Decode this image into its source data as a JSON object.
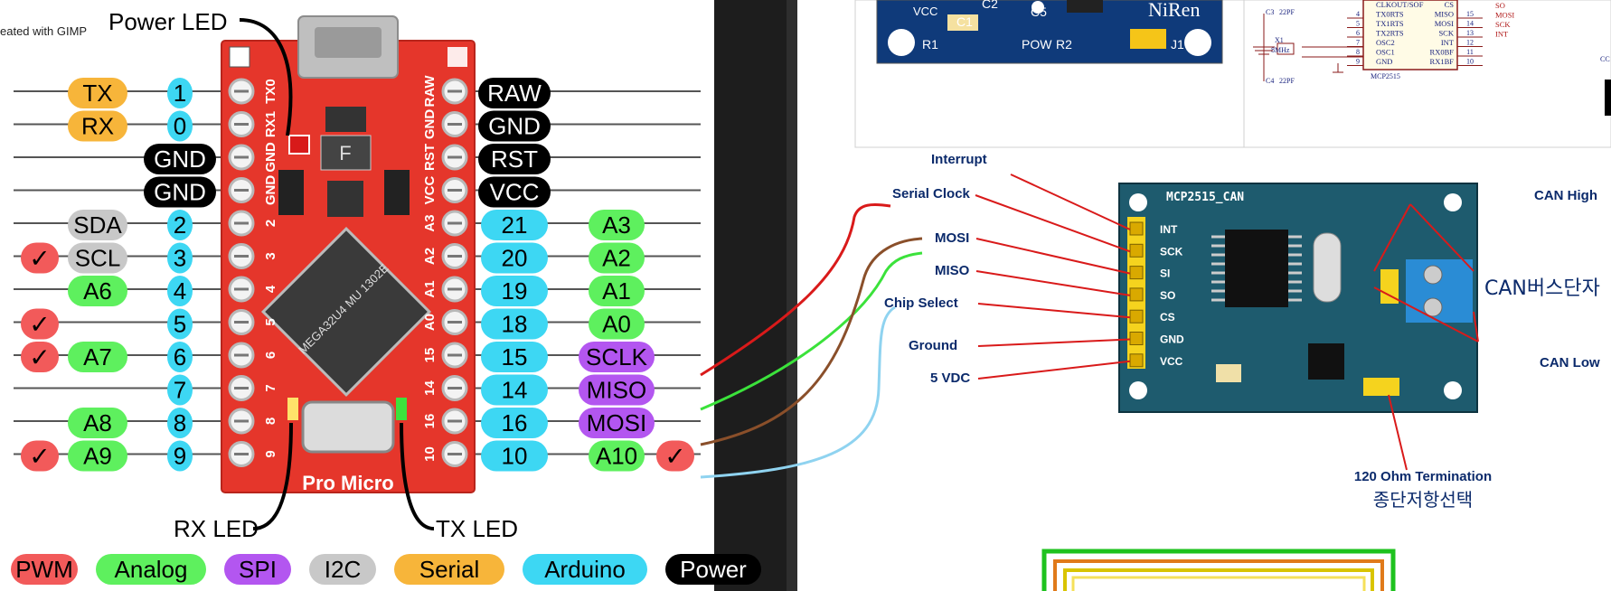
{
  "watermark": "eated with GIMP",
  "pinout": {
    "callouts": {
      "power_led": "Power LED",
      "rx_led": "RX LED",
      "tx_led": "TX LED"
    },
    "board": {
      "brand_label": "Pro Micro",
      "chip_text": "MEGA32U4 MU 1302E",
      "reg_label": "F"
    },
    "left_pins": [
      {
        "board": "TX0",
        "arduino": "1",
        "func": "TX",
        "func_type": "serial",
        "pwm": false
      },
      {
        "board": "RX1",
        "arduino": "0",
        "func": "RX",
        "func_type": "serial",
        "pwm": false
      },
      {
        "board": "GND",
        "arduino": "",
        "func": "GND",
        "func_type": "power",
        "pwm": false
      },
      {
        "board": "GND",
        "arduino": "",
        "func": "GND",
        "func_type": "power",
        "pwm": false
      },
      {
        "board": "2",
        "arduino": "2",
        "func": "SDA",
        "func_type": "i2c",
        "pwm": false
      },
      {
        "board": "3",
        "arduino": "3",
        "func": "SCL",
        "func_type": "i2c",
        "pwm": true
      },
      {
        "board": "4",
        "arduino": "4",
        "func": "A6",
        "func_type": "analog",
        "pwm": false
      },
      {
        "board": "5",
        "arduino": "5",
        "func": "",
        "func_type": "",
        "pwm": true
      },
      {
        "board": "6",
        "arduino": "6",
        "func": "A7",
        "func_type": "analog",
        "pwm": true
      },
      {
        "board": "7",
        "arduino": "7",
        "func": "",
        "func_type": "",
        "pwm": false
      },
      {
        "board": "8",
        "arduino": "8",
        "func": "A8",
        "func_type": "analog",
        "pwm": false
      },
      {
        "board": "9",
        "arduino": "9",
        "func": "A9",
        "func_type": "analog",
        "pwm": true
      }
    ],
    "right_pins": [
      {
        "board": "RAW",
        "arduino": "",
        "func": "RAW",
        "func_type": "power",
        "pwm": false
      },
      {
        "board": "GND",
        "arduino": "",
        "func": "GND",
        "func_type": "power",
        "pwm": false
      },
      {
        "board": "RST",
        "arduino": "",
        "func": "RST",
        "func_type": "power",
        "pwm": false
      },
      {
        "board": "VCC",
        "arduino": "",
        "func": "VCC",
        "func_type": "power",
        "pwm": false
      },
      {
        "board": "A3",
        "arduino": "21",
        "func": "A3",
        "func_type": "analog",
        "pwm": false
      },
      {
        "board": "A2",
        "arduino": "20",
        "func": "A2",
        "func_type": "analog",
        "pwm": false
      },
      {
        "board": "A1",
        "arduino": "19",
        "func": "A1",
        "func_type": "analog",
        "pwm": false
      },
      {
        "board": "A0",
        "arduino": "18",
        "func": "A0",
        "func_type": "analog",
        "pwm": false
      },
      {
        "board": "15",
        "arduino": "15",
        "func": "SCLK",
        "func_type": "spi",
        "pwm": false
      },
      {
        "board": "14",
        "arduino": "14",
        "func": "MISO",
        "func_type": "spi",
        "pwm": false
      },
      {
        "board": "16",
        "arduino": "16",
        "func": "MOSI",
        "func_type": "spi",
        "pwm": false
      },
      {
        "board": "10",
        "arduino": "10",
        "func": "A10",
        "func_type": "analog",
        "pwm": true
      }
    ],
    "legend": [
      {
        "label": "PWM",
        "type": "pwm"
      },
      {
        "label": "Analog",
        "type": "analog"
      },
      {
        "label": "SPI",
        "type": "spi"
      },
      {
        "label": "I2C",
        "type": "i2c"
      },
      {
        "label": "Serial",
        "type": "serial"
      },
      {
        "label": "Arduino",
        "type": "arduino"
      },
      {
        "label": "Power",
        "type": "power"
      }
    ],
    "checkmark": "✓"
  },
  "colors": {
    "pwm": "#f25a5a",
    "analog": "#5ef05e",
    "spi": "#b356f0",
    "i2c": "#c8c8c8",
    "serial": "#f7b53a",
    "arduino": "#3dd7f3",
    "power": "#000000",
    "board_red": "#e5362b",
    "can_board": "#1e5b6e",
    "wire_red": "#d91a1a",
    "wire_brown": "#8a4f2a",
    "wire_green": "#3be23b",
    "wire_blue": "#8fd3f0"
  },
  "top_center_board": {
    "labels": [
      "VCC",
      "C2",
      "C5",
      "C1",
      "POW",
      "R2",
      "R1",
      "J1"
    ],
    "brand": "NiRen"
  },
  "schematic": {
    "part": "MCP2515",
    "crystal": [
      "X1",
      "8MHz"
    ],
    "caps": [
      "C3",
      "22PF",
      "C4",
      "22PF"
    ],
    "pin_nums": [
      "4",
      "5",
      "6",
      "7",
      "8",
      "9",
      "15",
      "14",
      "13",
      "12",
      "11",
      "10"
    ],
    "left_signals": [
      "CLKOUT/SOF",
      "TX0RTS",
      "TX1RTS",
      "TX2RTS",
      "OSC2",
      "OSC1",
      "GND"
    ],
    "right_signals": [
      "CS",
      "MISO",
      "MOSI",
      "SCK",
      "INT",
      "RX0BF",
      "RX1BF"
    ],
    "net_labels": [
      "SO",
      "MOSI",
      "SCK",
      "INT"
    ],
    "edge_label": "CC"
  },
  "can_module": {
    "title": "MCP2515_CAN",
    "header_pins": [
      "INT",
      "SCK",
      "SI",
      "SO",
      "CS",
      "GND",
      "VCC"
    ],
    "annotations": [
      "Interrupt",
      "Serial Clock",
      "MOSI",
      "MISO",
      "Chip Select",
      "Ground",
      "5 VDC"
    ],
    "can_high": "CAN High",
    "can_low": "CAN Low",
    "can_terminal_kr": "CAN버스단자",
    "termination": "120 Ohm Termination",
    "termination_kr": "종단저항선택"
  }
}
